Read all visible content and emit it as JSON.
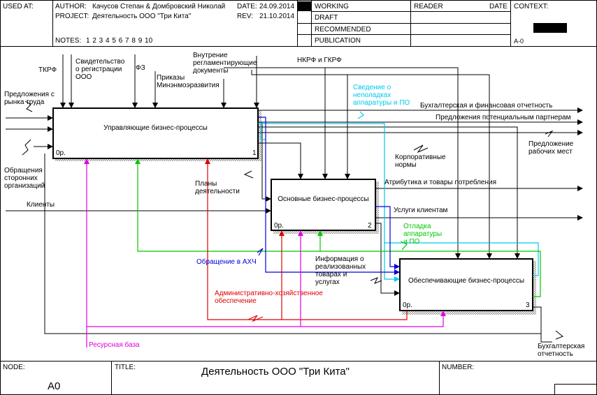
{
  "header": {
    "used_at_label": "USED AT:",
    "author_label": "AUTHOR:",
    "author_value": "Качусов Степан & Домбровский Николай",
    "date_label": "DATE:",
    "date_value": "24.09.2014",
    "project_label": "PROJECT:",
    "project_value": "Деятельность ООО \"Три Кита\"",
    "rev_label": "REV:",
    "rev_value": "21.10.2014",
    "notes_label": "NOTES:",
    "notes_value": "1  2  3  4  5  6  7  8  9  10",
    "status": [
      "WORKING",
      "DRAFT",
      "RECOMMENDED",
      "PUBLICATION"
    ],
    "reader_label": "READER",
    "reader_date_label": "DATE",
    "context_label": "CONTEXT:",
    "context_id": "A-0"
  },
  "boxes": [
    {
      "title": "Управляющие бизнес-процессы",
      "cost": "0р.",
      "num": "1"
    },
    {
      "title": "Основные бизнес-процессы",
      "cost": "0р.",
      "num": "2"
    },
    {
      "title": "Обеспечивающие бизнес-процессы",
      "cost": "0р.",
      "num": "3"
    }
  ],
  "arrows": {
    "tkrf": "ТКРФ",
    "svid": "Свидетельство\nо регистрации\nООО",
    "fz": "ФЗ",
    "prikazy": "Приказы\nМинэнмоэразвития",
    "vnutr": "Внутрение\nрегламентирующие\nдокументы",
    "nkrf": "НКРФ и ГКРФ",
    "predl_rynka": "Предложения с\nрынка труда",
    "svedenie": "Сведение о\nнеполадках\nаппаратуры и ПО",
    "buh_fin": "Бухгалтерская и финансовая отчетность",
    "predl_partn": "Предложения потенциальным партнерам",
    "predl_rab": "Предложение\nрабочих мест",
    "obrasch_st": "Обращения\nсторонних\nорганизаций",
    "korp": "Корпоративные\nнормы",
    "plany": "Планы\nдеятельности",
    "atrib": "Атрибутика и товары потребления",
    "klienty": "Клиенты",
    "uslugi": "Услуги клиентам",
    "otladka": "Отладка\nаппаратуры\nи ПО",
    "obrasch_ahch": "Обращение в АХЧ",
    "info": "Информация о\nреализованных\nтоварах и\nуслугах",
    "admin": "Административно-хозяйственное\nобеспечение",
    "resurs": "Ресурсная база",
    "buh_otch": "Бухгалтерская\nотчетность"
  },
  "footer": {
    "node_label": "NODE:",
    "node_value": "A0",
    "title_label": "TITLE:",
    "title_value": "Деятельность ООО \"Три Кита\"",
    "number_label": "NUMBER:"
  },
  "colors": {
    "black": "#000000",
    "cyan": "#00c8f0",
    "green": "#00c800",
    "blue": "#0000e0",
    "red": "#e00000",
    "magenta": "#e000e0",
    "shadow": "#808080"
  }
}
